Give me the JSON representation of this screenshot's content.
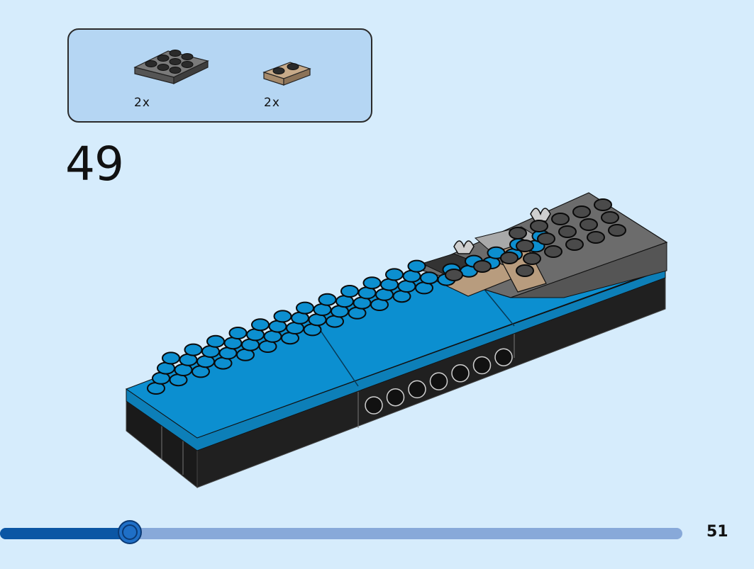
{
  "parts_list": {
    "items": [
      {
        "name": "dark-gray-plate-2x3",
        "color": "#6c6c6c",
        "quantity": "2x"
      },
      {
        "name": "tan-plate-1x2",
        "color": "#b89c7e",
        "quantity": "2x"
      }
    ]
  },
  "step": {
    "number": "49"
  },
  "colors": {
    "background": "#d6ecfc",
    "parts_panel": "#b5d6f3",
    "blue_plate": "#0c8fd0",
    "dark_gray": "#6c6c6c",
    "light_gray": "#a9a9a9",
    "tan": "#b89c7e",
    "black": "#1e1e1e"
  },
  "progress": {
    "fraction": 0.19
  },
  "page": {
    "number": "51"
  }
}
